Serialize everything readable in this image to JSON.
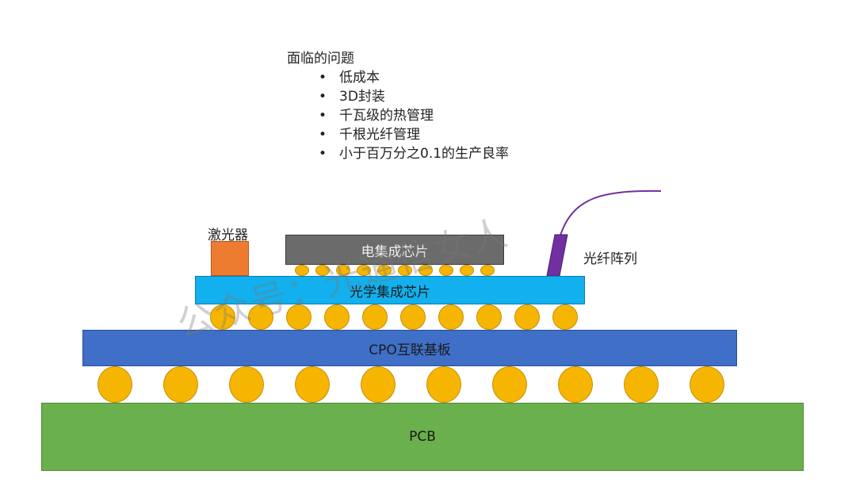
{
  "issues": {
    "title": "面临的问题",
    "items": [
      "低成本",
      "3D封装",
      "千瓦级的热管理",
      "千根光纤管理",
      "小于百万分之0.1的生产良率"
    ]
  },
  "layers": {
    "pcb": "PCB",
    "substrate": "CPO互联基板",
    "photonic_ic": "光学集成芯片",
    "electronic_ic": "电集成芯片",
    "laser": "激光器",
    "fiber_array": "光纤阵列"
  },
  "watermark": "公众号：光通信女人",
  "colors": {
    "pcb": "#6ab04c",
    "substrate": "#3f6fc7",
    "photonic_ic": "#12b0ee",
    "electronic_ic": "#6b6b6b",
    "laser": "#ed7b30",
    "fiber": "#7030a0",
    "solder_bump": "#f6b500"
  }
}
